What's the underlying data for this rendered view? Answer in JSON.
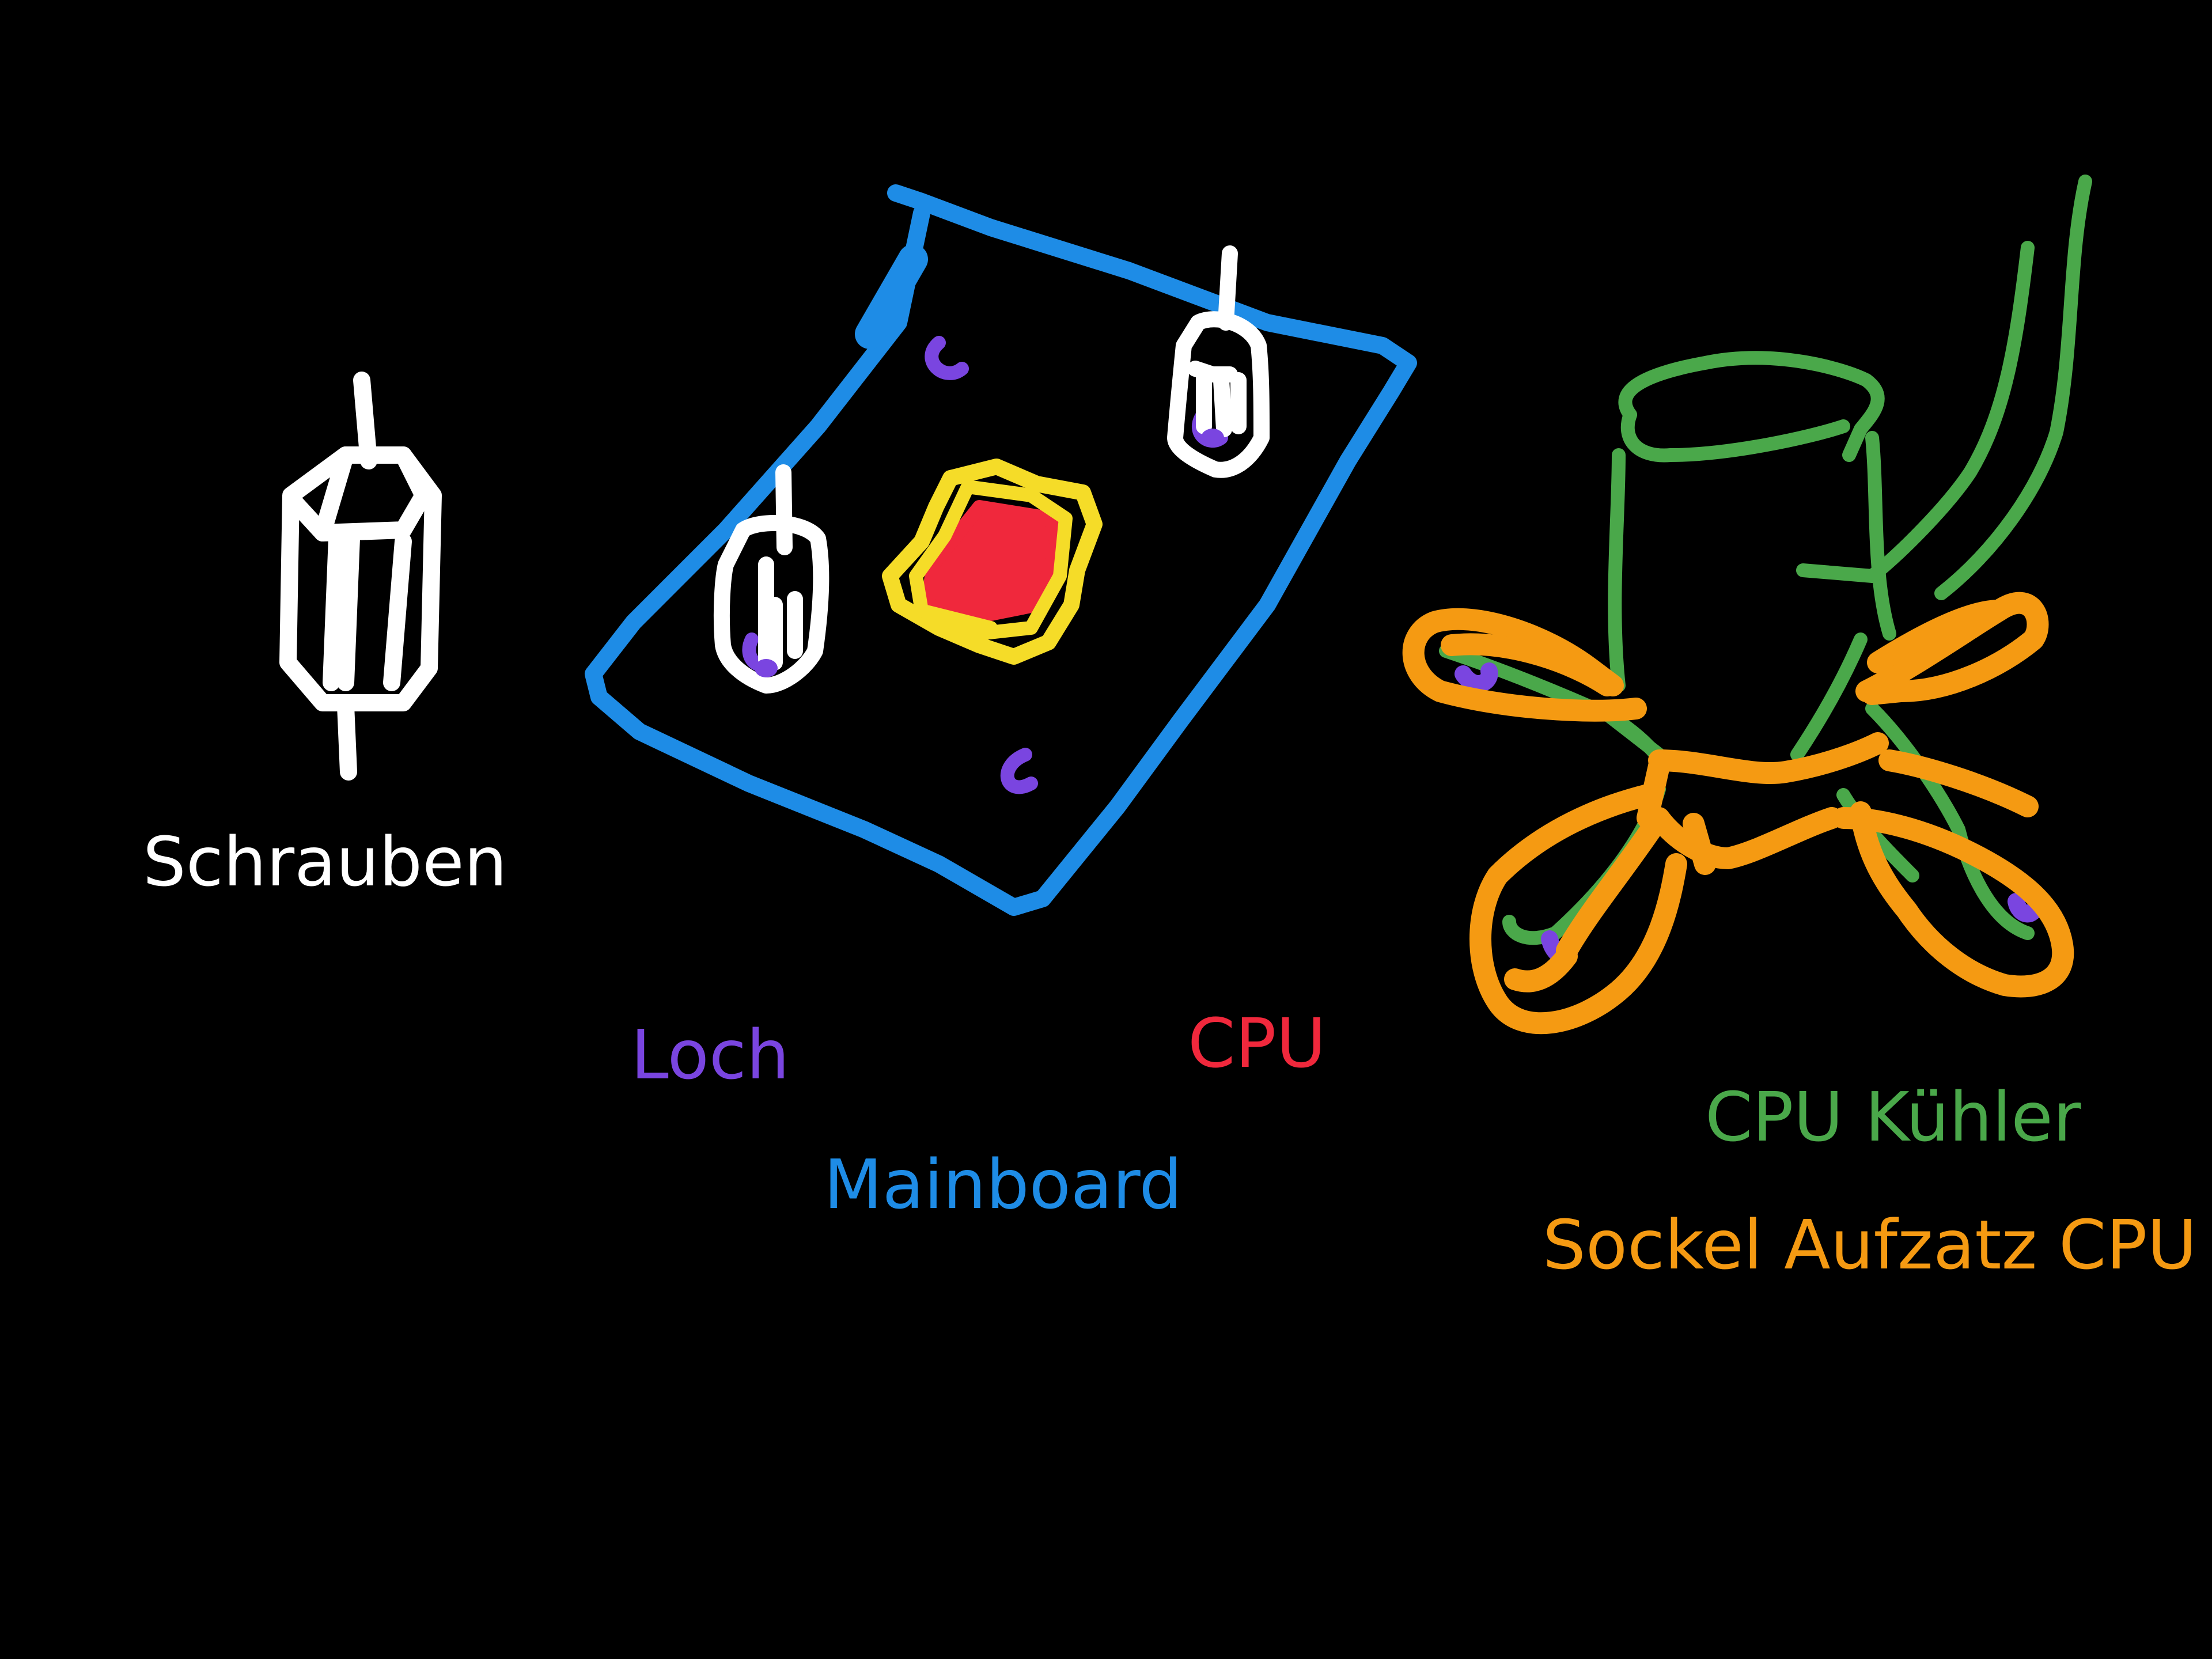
{
  "labels": {
    "screws": "Schrauben",
    "hole": "Loch",
    "cpu": "CPU",
    "mainboard": "Mainboard",
    "cooler": "CPU Kühler",
    "socket_mount": "Sockel Aufzatz CPU"
  },
  "colors": {
    "background": "#000000",
    "screws": "#ffffff",
    "hole": "#7a45e0",
    "cpu": "#f0283c",
    "cpu_outline": "#f5dc28",
    "mainboard": "#1e8ce6",
    "cooler": "#4aa84a",
    "socket_mount": "#f59a12"
  }
}
